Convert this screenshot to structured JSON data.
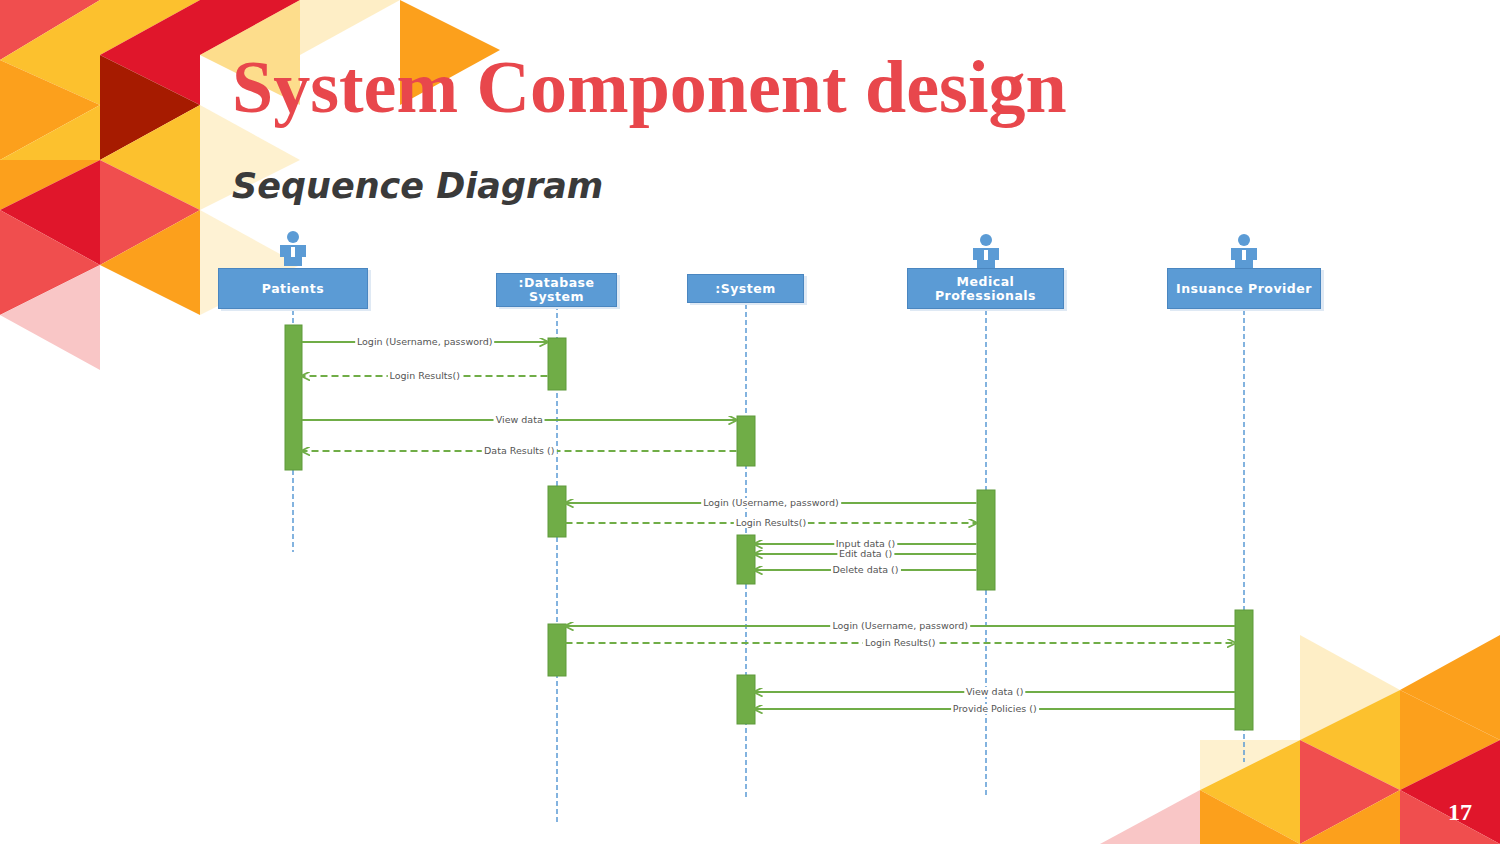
{
  "diagram": {
    "title": "System Component design",
    "nodes": [
      {
        "text": [
          "Patients"
        ]
      },
      {
        "text": [
          ":Database System"
        ]
      },
      {
        "text": [
          ":System"
        ]
      },
      {
        "text": [
          "Medical Professionals"
        ]
      },
      {
        "text": [
          "Insuance Provider"
        ]
      }
    ],
    "edges": [
      {
        "from": 0,
        "to": 1,
        "arrow": "to",
        "label": "Login (Username, password)"
      },
      {
        "from": 1,
        "to": 0,
        "arrow": "to",
        "label": "Login Results()"
      },
      {
        "from": 0,
        "to": 2,
        "arrow": "to",
        "label": "View data"
      },
      {
        "from": 2,
        "to": 0,
        "arrow": "to",
        "label": "Data Results ()"
      },
      {
        "from": 3,
        "to": 1,
        "arrow": "to",
        "label": "Login (Username, password)"
      },
      {
        "from": 1,
        "to": 3,
        "arrow": "to",
        "label": "Login Results()"
      },
      {
        "from": 3,
        "to": 2,
        "arrow": "to",
        "label": "Input data ()"
      },
      {
        "from": 3,
        "to": 2,
        "arrow": "to",
        "label": "Edit data ()"
      },
      {
        "from": 3,
        "to": 2,
        "arrow": "to",
        "label": "Delete data ()"
      },
      {
        "from": 4,
        "to": 1,
        "arrow": "to",
        "label": "Login (Username, password)"
      },
      {
        "from": 1,
        "to": 4,
        "arrow": "to",
        "label": "Login Results()"
      },
      {
        "from": 4,
        "to": 2,
        "arrow": "to",
        "label": "View data ()"
      },
      {
        "from": 4,
        "to": 2,
        "arrow": "to",
        "label": "Provide Policies ()"
      }
    ],
    "labels": [
      "Sequence Diagram",
      "17"
    ]
  }
}
